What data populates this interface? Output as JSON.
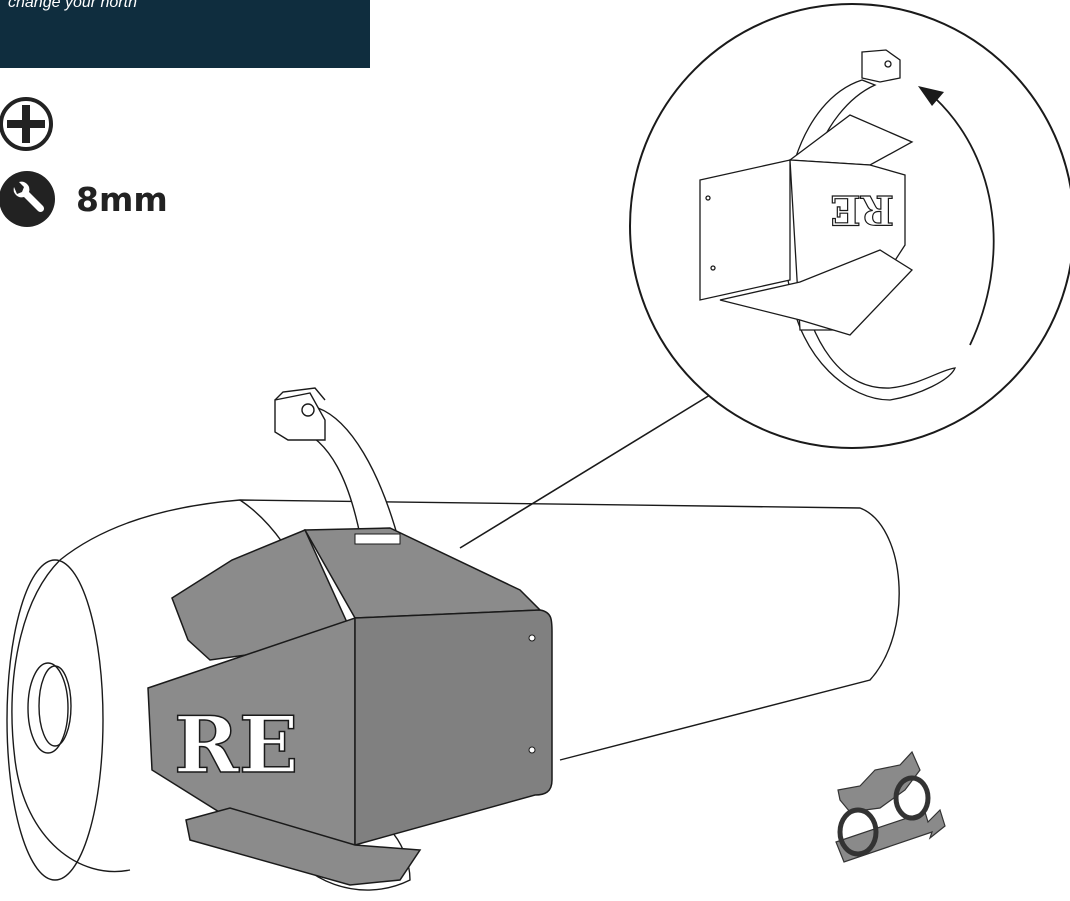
{
  "header": {
    "tagline": "change your north"
  },
  "tools": {
    "screwdriver": {
      "icon": "phillips-screwdriver-icon"
    },
    "wrench": {
      "icon": "wrench-icon",
      "size_label": "8mm"
    }
  },
  "parts": {
    "heat_shield_logo": "RE"
  },
  "colors": {
    "banner": "#0f2d3e",
    "shield": "#8b8b8b",
    "shield_dark": "#6f6f6f",
    "outline": "#1a1a1a",
    "brand_icon": "#8a8a8a"
  }
}
